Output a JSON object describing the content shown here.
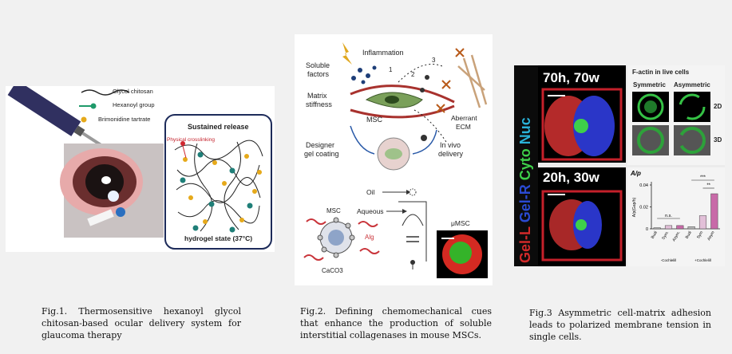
{
  "figures": [
    {
      "legend": {
        "glycol_chitosan": "Glycol chitosan",
        "hexanoyl_group": "Hexanoyl group",
        "drug": "Brimonidine tartrate"
      },
      "inset_title": "Sustained release",
      "inset_label": "Physical crosslinking",
      "inset_state": "hydrogel state (37°C)",
      "caption": "Fig.1. Thermosensitive hexanoyl glycol chitosan-based ocular delivery system for glaucoma therapy"
    },
    {
      "labels": {
        "inflammation": "Inflammation",
        "soluble": "Soluble",
        "factors": "factors",
        "matrix": "Matrix",
        "stiffness": "stiffness",
        "mscc": "MSC",
        "aberrant": "Aberrant",
        "ecm": "ECM",
        "designer": "Designer",
        "gel_coating": "gel coating",
        "in_vivo": "In vivo",
        "delivery": "delivery",
        "n1": "1",
        "n2": "2",
        "n3": "3",
        "oil": "Oil",
        "aqueous": "Aqueous",
        "msc2": "MSC",
        "alg": "Alg",
        "caco3": "CaCO3",
        "umsc": "μMSC"
      },
      "caption": "Fig.2. Defining chemomechanical cues that enhance the production of soluble interstitial collagenases in mouse MSCs."
    },
    {
      "side_label": {
        "gel_l": "Gel-L",
        "gel_r": "Gel-R",
        "cyto": "Cyto",
        "nuc": "Nuc"
      },
      "top_label": "70h, 70w",
      "bottom_label": "20h, 30w",
      "factin_title": "F-actin in live cells",
      "col_symmetric": "Symmetric",
      "col_asymmetric": "Asymmetric",
      "row_2d": "2D",
      "row_3d": "3D",
      "chart_title": "A/p",
      "caption": "Fig.3 Asymmetric cell-matrix adhesion leads to polarized membrane tension in single cells."
    }
  ],
  "chart_data": {
    "type": "bar",
    "title": "A/p",
    "ylabel": "A/p(Gap/h)",
    "ylim": [
      0,
      0.04
    ],
    "yticks": [
      "0",
      "0.02",
      "0.04"
    ],
    "categories": [
      "Budi",
      "Sym.",
      "Asym.",
      "Budi",
      "Sym",
      "Asym"
    ],
    "groups": [
      "-Cochlelill",
      "+Cochlelill"
    ],
    "values": [
      0.001,
      0.003,
      0.003,
      0.002,
      0.012,
      0.032
    ],
    "annotations": [
      "n.s.",
      "***",
      "**"
    ]
  }
}
